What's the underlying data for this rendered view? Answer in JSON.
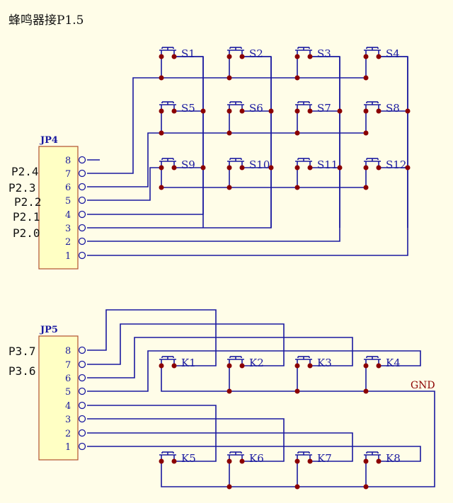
{
  "title": "蜂鸣器接P1.5",
  "gnd_label": "GND",
  "colors": {
    "wire": "#1a1aa0",
    "junction": "#8b0000",
    "header_fill": "#ffffc4",
    "header_border": "#b05030",
    "background": "#fffde8"
  },
  "jp4": {
    "name": "JP4",
    "pins": [
      "8",
      "7",
      "6",
      "5",
      "4",
      "3",
      "2",
      "1"
    ],
    "ports": [
      "P2.4",
      "P2.3",
      "P2.2",
      "P2.1",
      "P2.0"
    ]
  },
  "jp5": {
    "name": "JP5",
    "pins": [
      "8",
      "7",
      "6",
      "5",
      "4",
      "3",
      "2",
      "1"
    ],
    "ports": [
      "P3.7",
      "P3.6"
    ]
  },
  "switches_s": [
    "S1",
    "S2",
    "S3",
    "S4",
    "S5",
    "S6",
    "S7",
    "S8",
    "S9",
    "S10",
    "S11",
    "S12"
  ],
  "switches_k": [
    "K1",
    "K2",
    "K3",
    "K4",
    "K5",
    "K6",
    "K7",
    "K8"
  ]
}
